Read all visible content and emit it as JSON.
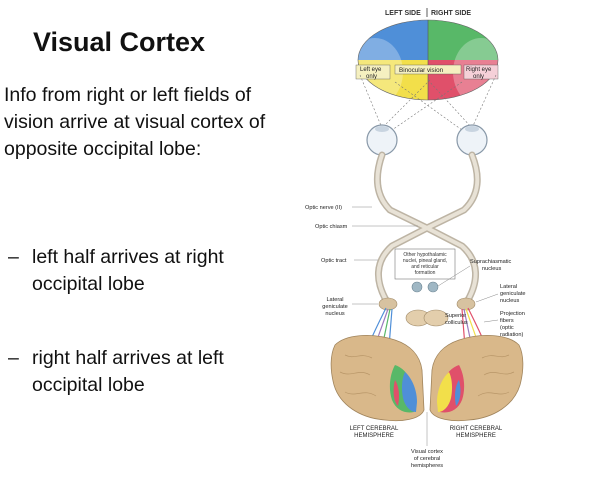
{
  "slide": {
    "title": "Visual Cortex",
    "intro": "Info from right or left fields of vision arrive at visual cortex of opposite occipital lobe:",
    "bullets": [
      {
        "dash": "–",
        "text": "left half arrives at right occipital lobe"
      },
      {
        "dash": "–",
        "text": "right half arrives at left occipital lobe"
      }
    ]
  },
  "figure": {
    "top_left": "LEFT SIDE",
    "top_right": "RIGHT SIDE",
    "left_eye": [
      "Left eye",
      "only"
    ],
    "binocular": "Binocular vision",
    "right_eye": [
      "Right eye",
      "only"
    ],
    "optic_nerve": "Optic nerve (II)",
    "optic_chiasm": "Optic chiasm",
    "optic_tract": "Optic tract",
    "hypothalamic": [
      "Other hypothalamic",
      "nuclei, pineal gland,",
      "and reticular",
      "formation"
    ],
    "suprachiasmatic": [
      "Suprachiasmatic",
      "nucleus"
    ],
    "lgn_left": [
      "Lateral",
      "geniculate",
      "nucleus"
    ],
    "lgn_right": [
      "Lateral",
      "geniculate",
      "nucleus"
    ],
    "superior_colliculus": [
      "Superior",
      "colliculus"
    ],
    "projection_fibers": [
      "Projection",
      "fibers",
      "(optic",
      "radiation)"
    ],
    "left_hemisphere": [
      "LEFT CEREBRAL",
      "HEMISPHERE"
    ],
    "right_hemisphere": [
      "RIGHT CEREBRAL",
      "HEMISPHERE"
    ],
    "visual_cortex": [
      "Visual cortex",
      "of cerebral",
      "hemispheres"
    ]
  },
  "colors": {
    "blue": "#4f8fd8",
    "green": "#58b868",
    "yellow": "#f2df4a",
    "red": "#e0506a",
    "brain": "#d9b88a",
    "tract": "#d8d0c0"
  }
}
